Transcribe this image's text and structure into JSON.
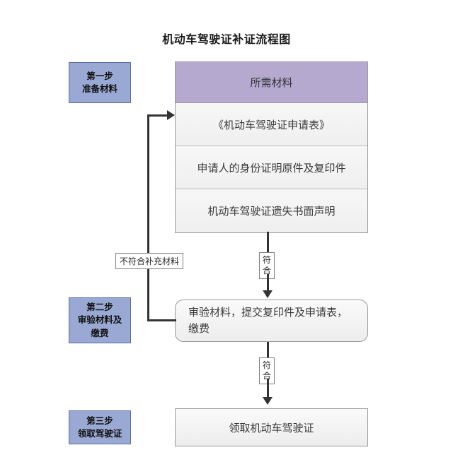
{
  "diagram": {
    "title": "机动车驾驶证补证流程图",
    "steps": [
      {
        "label": "第一步\n准备材料"
      },
      {
        "label": "第二步\n审验材料及\n缴费"
      },
      {
        "label": "第三步\n领取驾驶证"
      }
    ],
    "materials": {
      "header": "所需材料",
      "rows": [
        "《机动车驾驶证申请表》",
        "申请人的身份证明原件及复印件",
        "机动车驾驶证遗失书面声明"
      ]
    },
    "processes": {
      "verify": "审验材料，提交复印件及申请表，缴费",
      "receive": "领取机动车驾驶证"
    },
    "edge_labels": {
      "match_1": "符\n合",
      "match_2": "符\n合",
      "reject": "不符合补充材料"
    },
    "colors": {
      "step_box_fill": "#9aa9d4",
      "step_box_border": "#5b6ba3",
      "materials_header_fill": "#b5a9cf",
      "box_fill": "#f2f2f2",
      "box_border": "#9a9a9a",
      "connector": "#333333",
      "text": "#3a3a3a"
    }
  }
}
